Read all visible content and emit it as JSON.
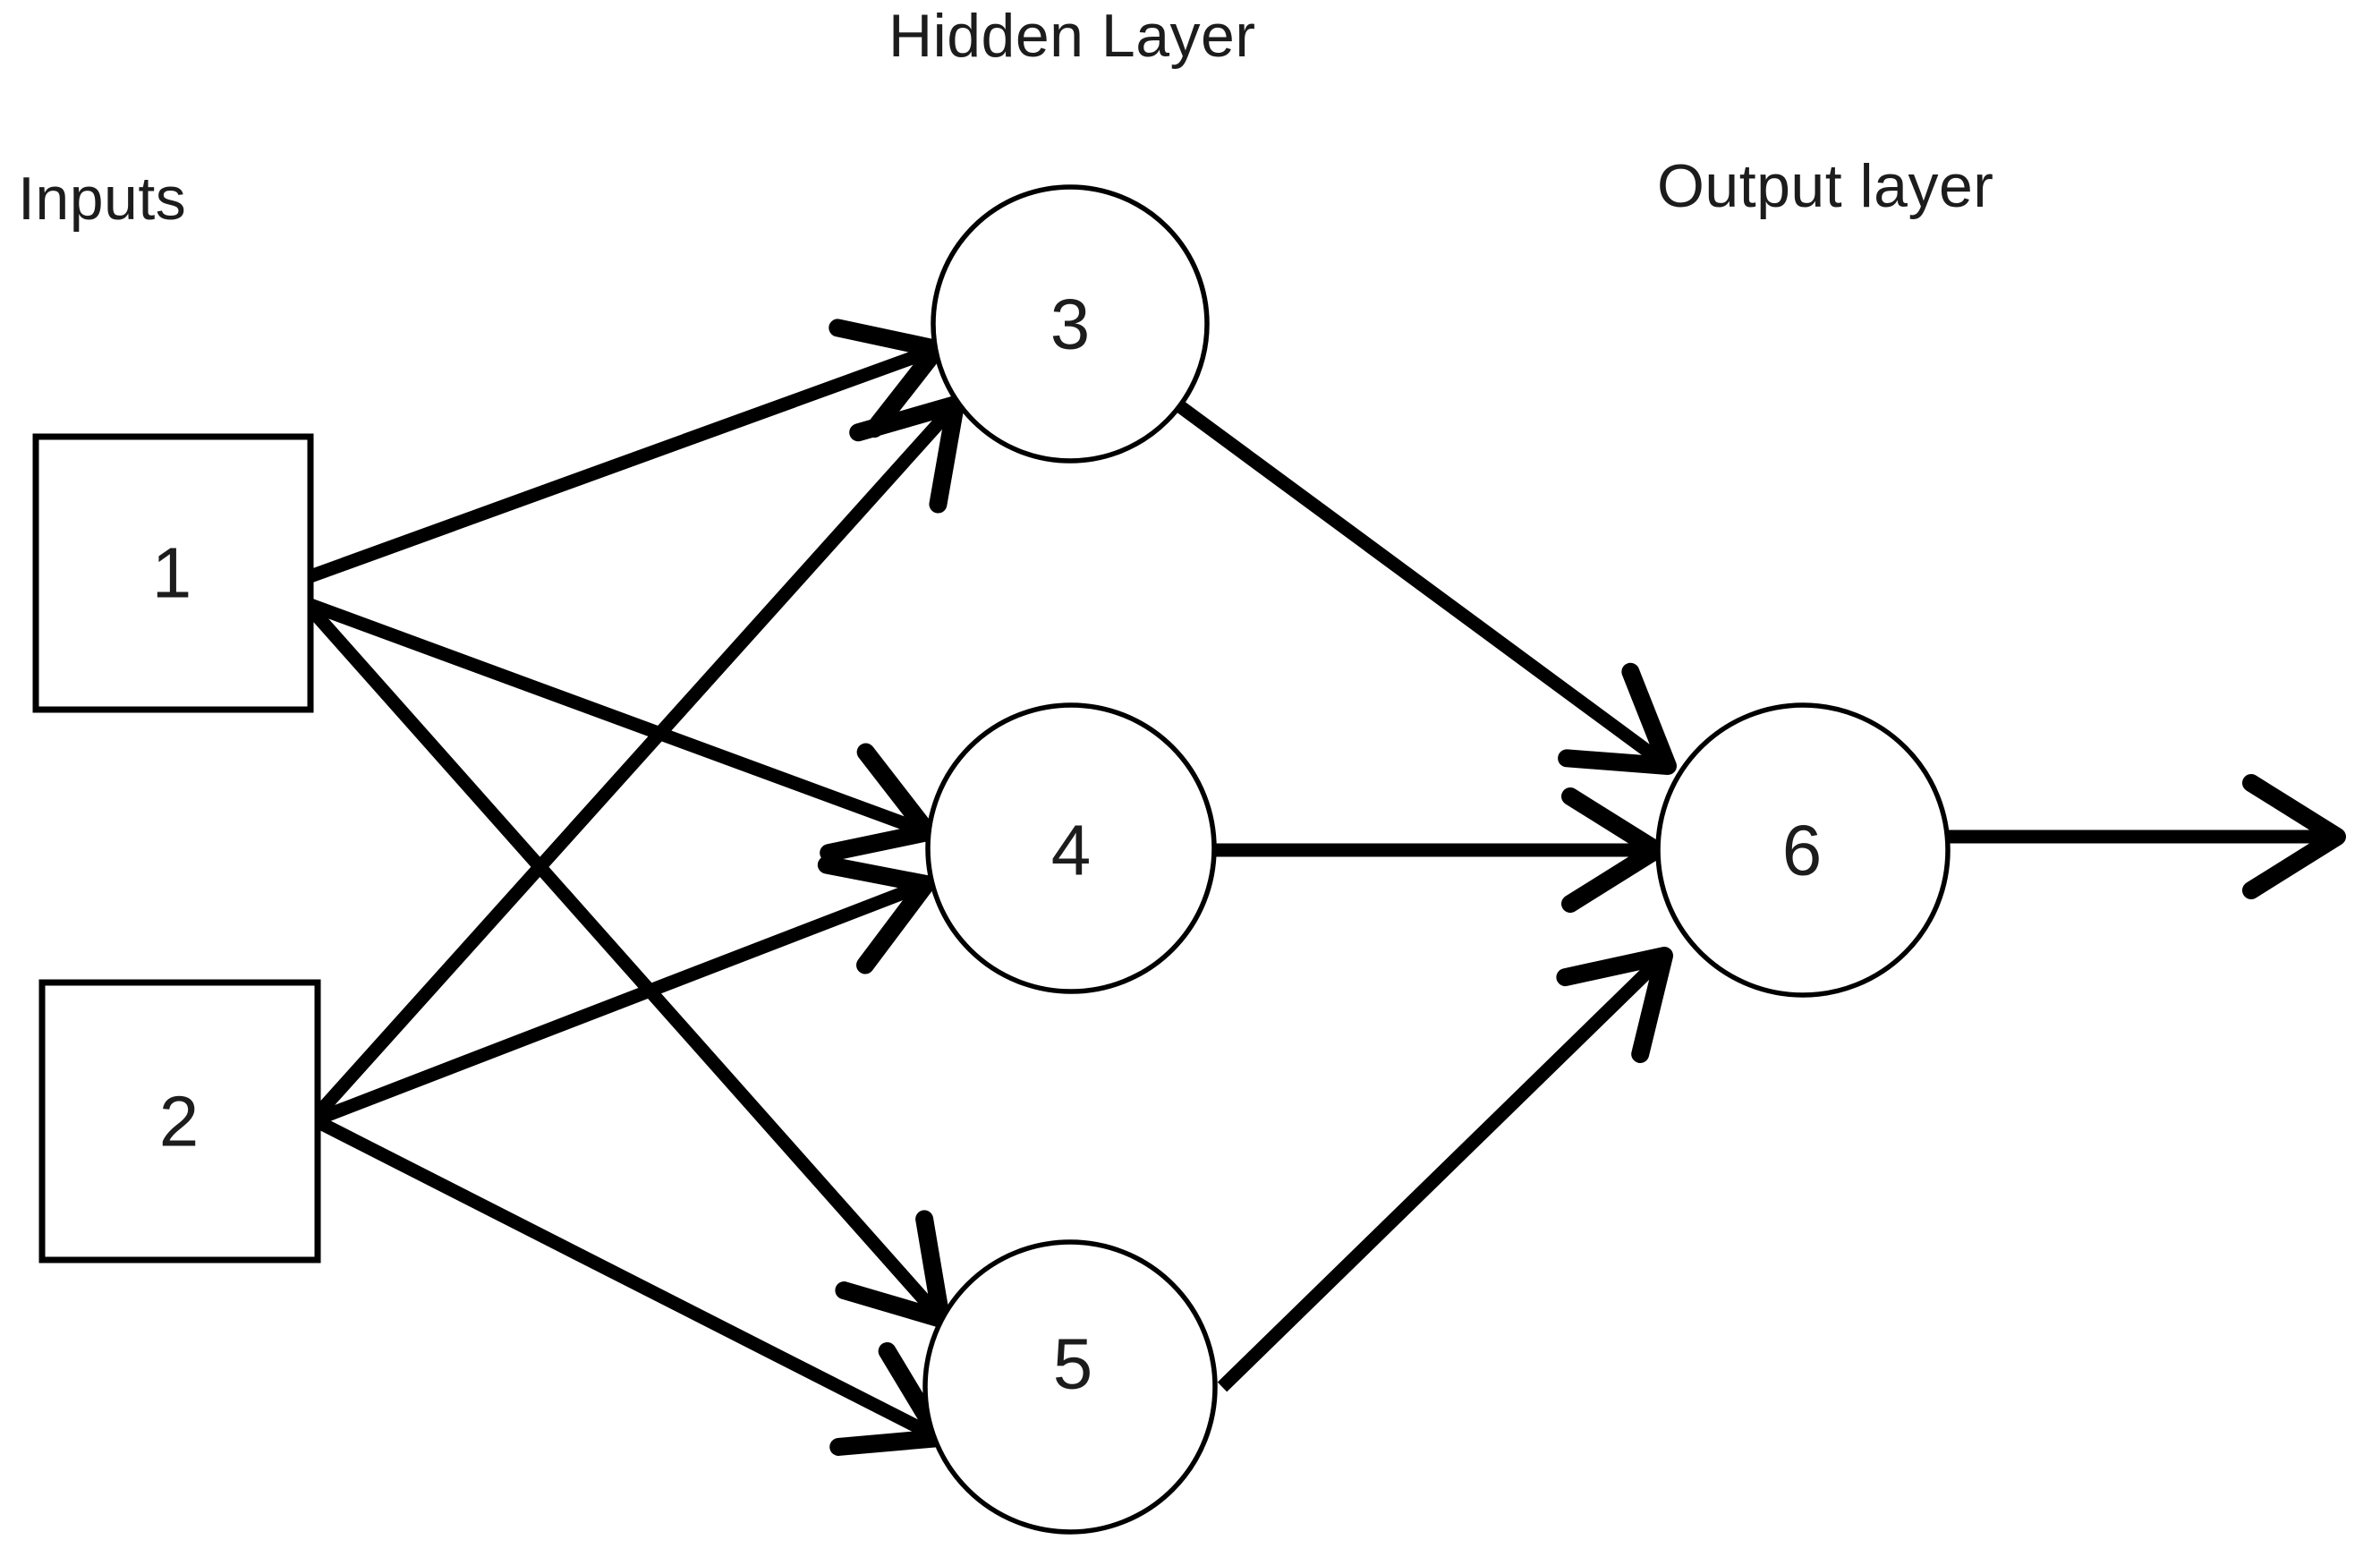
{
  "diagram": {
    "type": "neural-network",
    "labels": {
      "inputs": "Inputs",
      "hidden_layer": "Hidden Layer",
      "output_layer": "Output layer"
    },
    "nodes": {
      "n1": {
        "label": "1",
        "shape": "square",
        "layer": "input"
      },
      "n2": {
        "label": "2",
        "shape": "square",
        "layer": "input"
      },
      "n3": {
        "label": "3",
        "shape": "circle",
        "layer": "hidden"
      },
      "n4": {
        "label": "4",
        "shape": "circle",
        "layer": "hidden"
      },
      "n5": {
        "label": "5",
        "shape": "circle",
        "layer": "hidden"
      },
      "n6": {
        "label": "6",
        "shape": "circle",
        "layer": "output"
      }
    },
    "connections": [
      {
        "from": "1",
        "to": "3"
      },
      {
        "from": "1",
        "to": "4"
      },
      {
        "from": "1",
        "to": "5"
      },
      {
        "from": "2",
        "to": "3"
      },
      {
        "from": "2",
        "to": "4"
      },
      {
        "from": "2",
        "to": "5"
      },
      {
        "from": "3",
        "to": "6"
      },
      {
        "from": "4",
        "to": "6"
      },
      {
        "from": "5",
        "to": "6"
      },
      {
        "from": "6",
        "to": "output"
      }
    ],
    "colors": {
      "ink": "#000000",
      "text": "#1c1c1c",
      "node_fill": "#ffffff",
      "background": "#ffffff"
    }
  }
}
